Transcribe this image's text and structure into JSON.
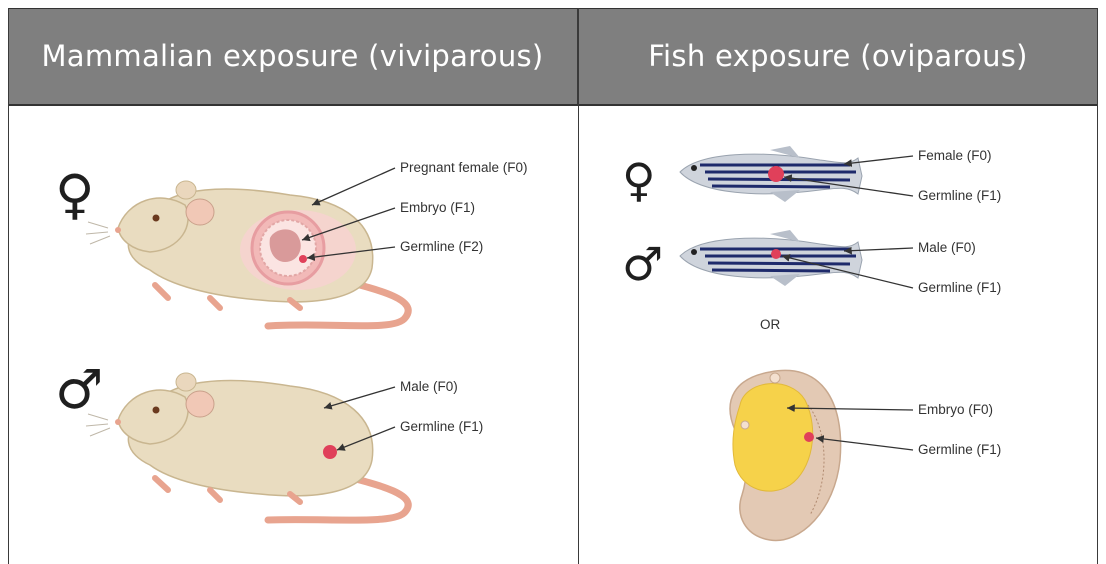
{
  "header": {
    "left_title": "Mammalian exposure (viviparous)",
    "right_title": "Fish exposure (oviparous)"
  },
  "mammal": {
    "female_symbol": "♀",
    "male_symbol": "♂",
    "labels": {
      "pregnant_female": "Pregnant female (F0)",
      "embryo": "Embryo (F1)",
      "germline_f2": "Germline (F2)",
      "male": "Male (F0)",
      "germline_f1": "Germline (F1)"
    }
  },
  "fish": {
    "female_symbol": "♀",
    "male_symbol": "♂",
    "or_text": "OR",
    "labels": {
      "female": "Female (F0)",
      "female_germline": "Germline (F1)",
      "male": "Male (F0)",
      "male_germline": "Germline (F1)",
      "embryo": "Embryo (F0)",
      "embryo_germline": "Germline (F1)"
    }
  },
  "colors": {
    "header_bg": "#7f7f7f",
    "germline_dot": "#e0405a",
    "mouse_body": "#e9dcc0",
    "mouse_tail": "#e8a48f",
    "yolk": "#f6d24a"
  }
}
